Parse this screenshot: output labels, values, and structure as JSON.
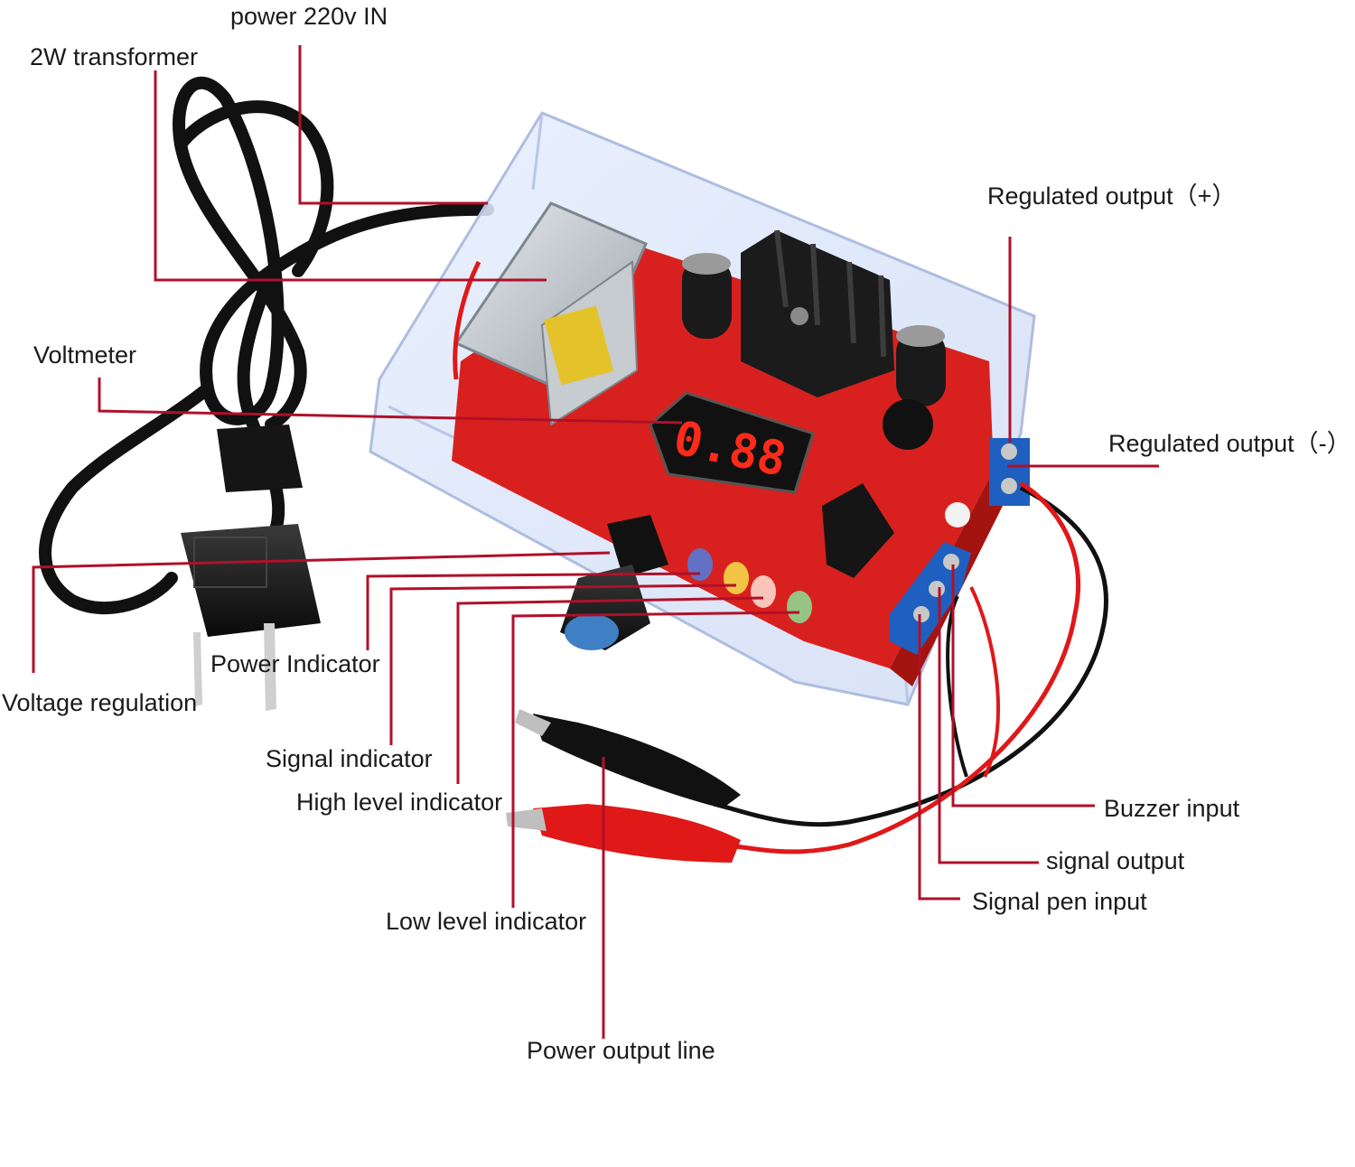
{
  "labels": {
    "power_in": "power 220v IN",
    "transformer": "2W transformer",
    "voltmeter": "Voltmeter",
    "voltage_regulation": "Voltage regulation",
    "power_indicator": "Power Indicator",
    "signal_indicator": "Signal indicator",
    "high_level_indicator": "High level indicator",
    "low_level_indicator": "Low level indicator",
    "power_output_line": "Power output line",
    "regulated_output_pos": "Regulated output（+）",
    "regulated_output_neg": "Regulated output（-）",
    "buzzer_input": "Buzzer input",
    "signal_output": "signal output",
    "signal_pen_input": "Signal pen input"
  },
  "display": {
    "digits": "0.88"
  },
  "colors": {
    "leader_line": "#b0102a",
    "pcb": "#d8211e",
    "terminal": "#1f5fbf",
    "cable": "#111111",
    "red_wire": "#e01818",
    "led_display": "#ff2a1a"
  }
}
